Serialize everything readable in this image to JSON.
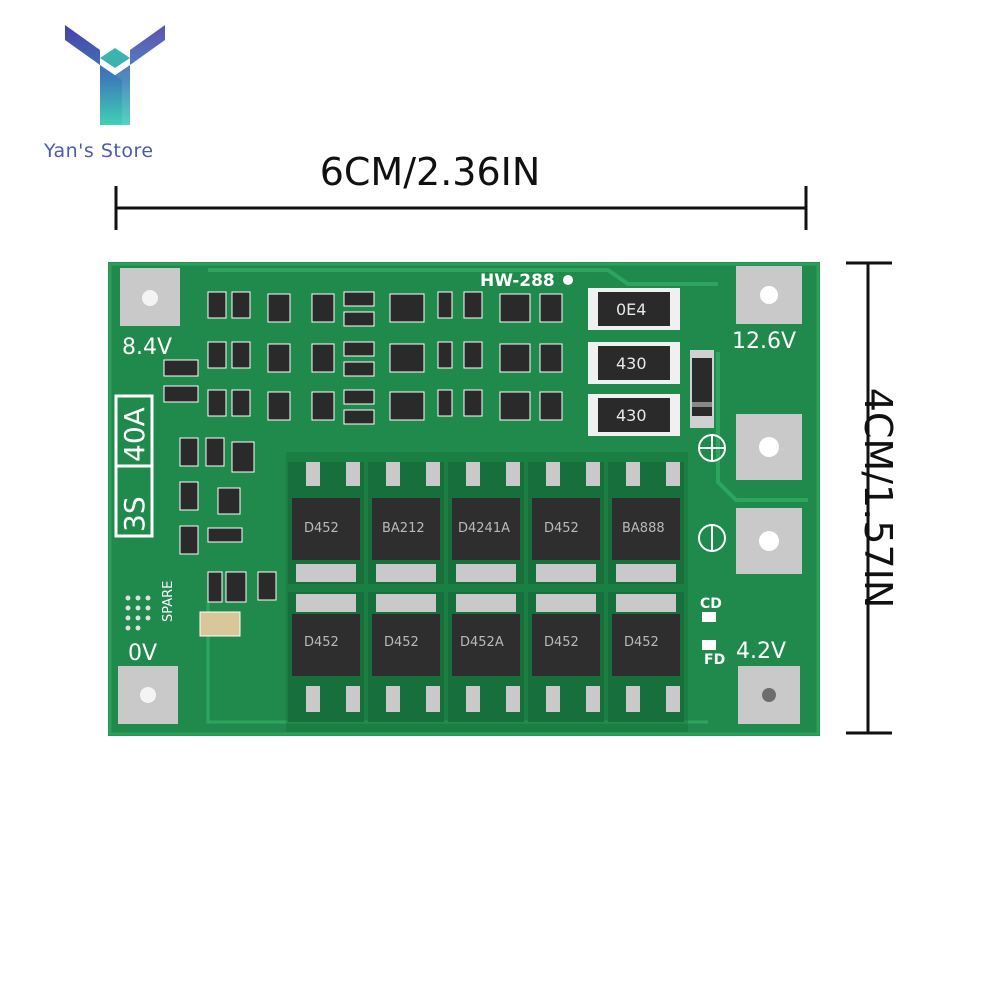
{
  "brand": {
    "store_name": "Yan's Store"
  },
  "dimensions": {
    "width_label": "6CM/2.36IN",
    "height_label": "4CM/1.57IN"
  },
  "board": {
    "model": "HW-288",
    "rating_cells": "3S",
    "rating_current": "40A",
    "pad_labels": {
      "top_left": "8.4V",
      "top_right": "12.6V",
      "bottom_left": "0V",
      "bottom_right": "4.2V"
    },
    "terminal_symbols": {
      "positive": "+",
      "negative": "−"
    },
    "spare_label": "SPARE",
    "cd_label": "CD",
    "fd_label": "FD",
    "resistors": [
      "0E4",
      "430",
      "430"
    ],
    "mosfet_top_labels": [
      "D452",
      "BA212",
      "D4241A",
      "D452",
      "BA888"
    ],
    "mosfet_bottom_labels": [
      "D452",
      "D452",
      "D452A",
      "D452",
      "D452"
    ],
    "colors": {
      "pcb": "#1f8a4c",
      "pcb_dark": "#17703c",
      "silkscreen": "#ffffff",
      "pad": "#c9c9c9",
      "chip": "#2e2e2e"
    }
  }
}
